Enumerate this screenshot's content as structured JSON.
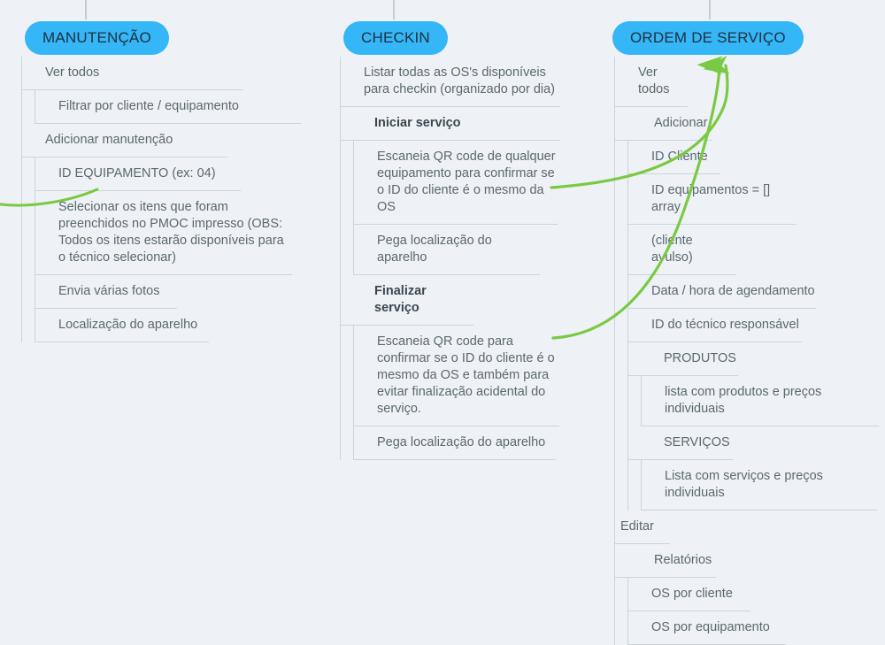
{
  "canvas": {
    "background_color": "#eef2f6",
    "pill_color": "#35b6f6",
    "pill_text_color": "#1f3040",
    "line_color": "#ccd4da",
    "arrow_color": "#7ac943",
    "text_color": "#5b676f"
  },
  "columns": [
    {
      "id": "manutencao",
      "title": "MANUTENÇÃO",
      "nodes": [
        {
          "label": "Ver todos",
          "level": 1,
          "bold": false
        },
        {
          "label": "Filtrar por cliente / equipamento",
          "level": 2,
          "bold": false
        },
        {
          "label": "Adicionar manutenção",
          "level": 1,
          "bold": false
        },
        {
          "label": "ID EQUIPAMENTO (ex: 04)",
          "level": 2,
          "bold": false
        },
        {
          "label": "Selecionar os itens que foram preenchidos no PMOC impresso (OBS: Todos os itens estarão disponíveis para o técnico selecionar)",
          "level": 2,
          "bold": false
        },
        {
          "label": "Envia várias fotos",
          "level": 2,
          "bold": false
        },
        {
          "label": "Localização do aparelho",
          "level": 2,
          "bold": false
        }
      ]
    },
    {
      "id": "checkin",
      "title": "CHECKIN",
      "nodes": [
        {
          "label": "Listar todas as OS's disponíveis para checkin (organizado por dia)",
          "level": 1,
          "bold": false
        },
        {
          "label": "Iniciar serviço",
          "level": 1,
          "bold": true
        },
        {
          "label": "Escaneia QR code de qualquer equipamento para confirmar se o ID do cliente é o mesmo da OS",
          "level": 2,
          "bold": false
        },
        {
          "label": "Pega localização do aparelho",
          "level": 2,
          "bold": false
        },
        {
          "label": "Finalizar serviço",
          "level": 1,
          "bold": true
        },
        {
          "label": "Escaneia QR code para confirmar se o ID do cliente é o mesmo da OS e também para evitar finalização acidental do serviço.",
          "level": 2,
          "bold": false
        },
        {
          "label": "Pega localização do aparelho",
          "level": 2,
          "bold": false
        }
      ]
    },
    {
      "id": "ordem",
      "title": "ORDEM DE SERVIÇO",
      "nodes": [
        {
          "label": "Ver todos",
          "level": 1,
          "bold": false
        },
        {
          "label": "Adicionar",
          "level": 1,
          "bold": false
        },
        {
          "label": "ID Cliente",
          "level": 2,
          "bold": false
        },
        {
          "label": "ID equipamentos = [] array",
          "level": 2,
          "bold": false
        },
        {
          "label": "(cliente avulso)",
          "level": 2,
          "bold": false
        },
        {
          "label": "Data / hora de agendamento",
          "level": 2,
          "bold": false
        },
        {
          "label": "ID do técnico responsável",
          "level": 2,
          "bold": false
        },
        {
          "label": "PRODUTOS",
          "level": 2,
          "bold": false
        },
        {
          "label": "lista com produtos e preços individuais",
          "level": 3,
          "bold": false
        },
        {
          "label": "SERVIÇOS",
          "level": 2,
          "bold": false
        },
        {
          "label": "Lista com serviços e preços individuais",
          "level": 3,
          "bold": false
        },
        {
          "label": "Editar",
          "level": 1,
          "bold": false
        },
        {
          "label": "Relatórios",
          "level": 1,
          "bold": false
        },
        {
          "label": "OS por cliente",
          "level": 2,
          "bold": false
        },
        {
          "label": "OS por equipamento",
          "level": 2,
          "bold": false
        }
      ]
    }
  ],
  "connectors": [
    {
      "name": "checkin-iniciar-to-ordem",
      "from": "Escaneia QR code de qualquer equipamento...",
      "to": "ORDEM DE SERVIÇO"
    },
    {
      "name": "checkin-finalizar-to-ordem",
      "from": "Escaneia QR code para confirmar...",
      "to": "ORDEM DE SERVIÇO"
    },
    {
      "name": "offscreen-to-manutencao-id-equipamento",
      "from": "(off-canvas)",
      "to": "ID EQUIPAMENTO (ex: 04)"
    }
  ]
}
